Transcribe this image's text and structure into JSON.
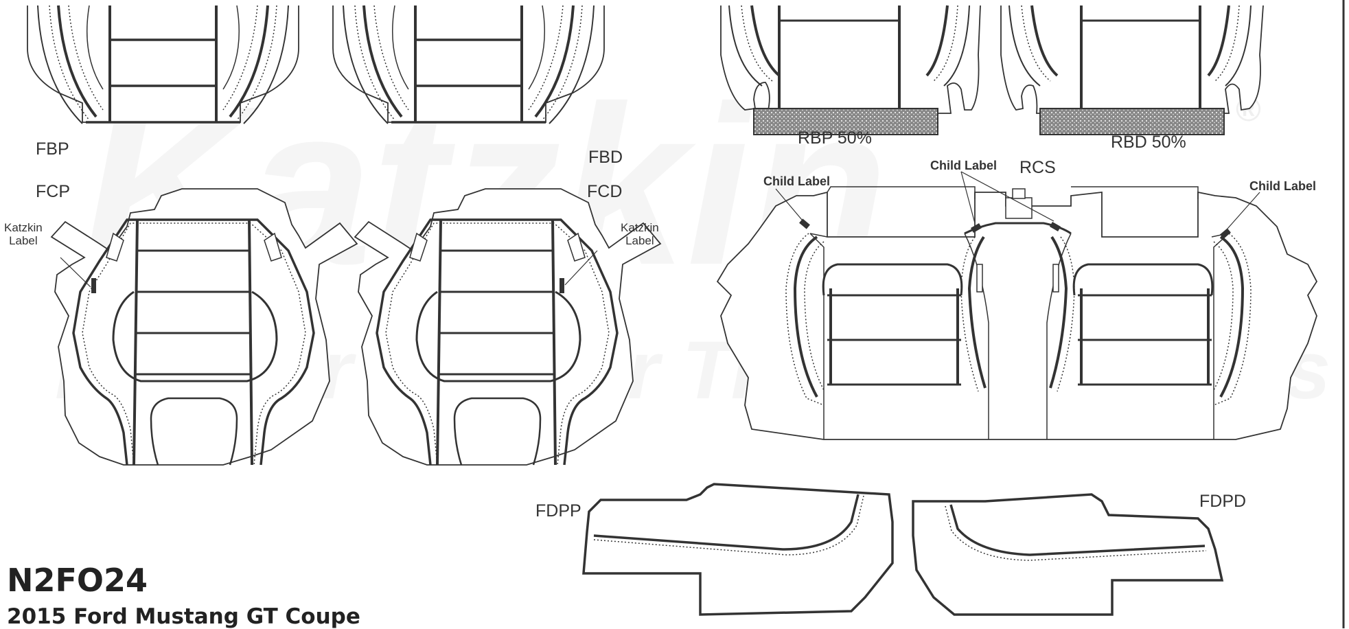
{
  "watermark": {
    "brand": "Katzkin",
    "tagline": "Leather Interior Transformations",
    "registered": "®"
  },
  "pieces": {
    "fbp": "FBP",
    "fbd": "FBD",
    "fcp": "FCP",
    "fcd": "FCD",
    "rbp": "RBP 50%",
    "rbd": "RBD 50%",
    "rcs": "RCS",
    "fdpp": "FDPP",
    "fdpd": "FDPD"
  },
  "callouts": {
    "katzkin_label_left": "Katzkin\nLabel",
    "katzkin_label_right": "Katzkin\nLabel",
    "child_label_left": "Child Label",
    "child_label_center": "Child Label",
    "child_label_right": "Child Label"
  },
  "footer": {
    "pattern_code": "N2FO24",
    "vehicle": "2015 Ford Mustang GT Coupe"
  },
  "colors": {
    "line": "#333333",
    "fill": "#ffffff",
    "text": "#333333"
  }
}
